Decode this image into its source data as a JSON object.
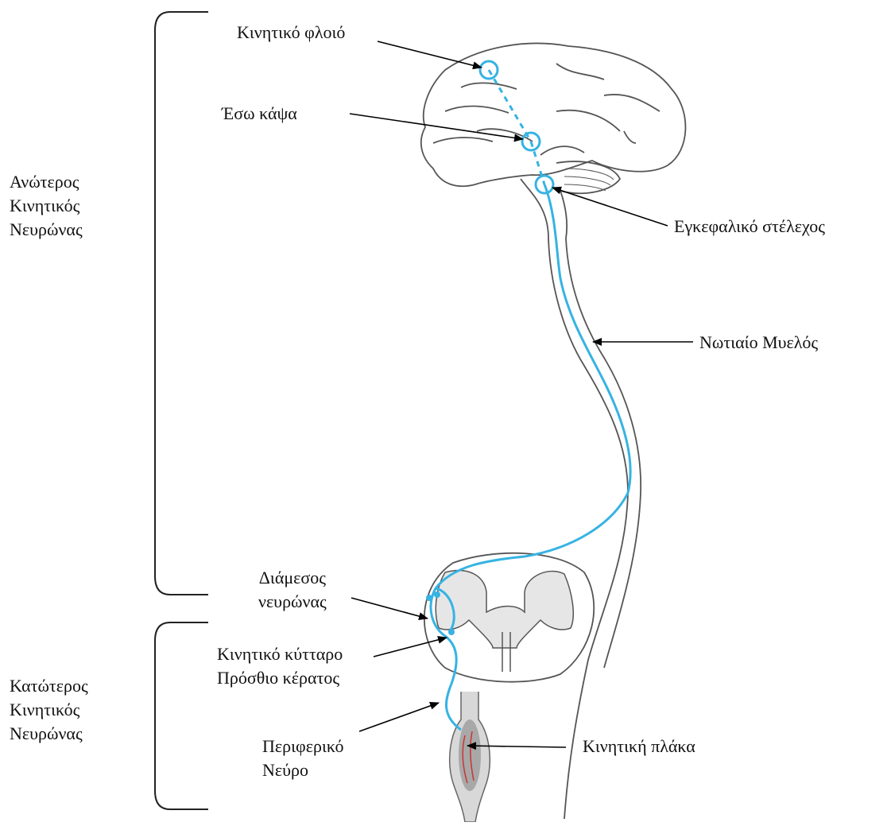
{
  "colors": {
    "pathway": "#36b3e3",
    "outline": "#555555",
    "gray_matter": "#e6e6e6",
    "fibers": "#cc3333",
    "muscle": "#9a9a9a"
  },
  "labels": {
    "motor_cortex": "Κινητικό φλοιό",
    "internal_capsule": "Έσω κάψα",
    "brainstem": "Εγκεφαλικό στέλεχος",
    "spinal_cord": "Νωτιαίο Μυελός",
    "interneuron_line1": "Διάμεσος",
    "interneuron_line2": "νευρώνας",
    "motor_cell_line1": "Κινητικό κύτταρο",
    "motor_cell_line2": "Πρόσθιο κέρατος",
    "peripheral_nerve_line1": "Περιφερικό",
    "peripheral_nerve_line2": "Νεύρο",
    "motor_plate": "Κινητική πλάκα",
    "upper_line1": "Ανώτερος",
    "upper_line2": "Κινητικός",
    "upper_line3": "Νευρώνας",
    "lower_line1": "Κατώτερος",
    "lower_line2": "Κινητικός",
    "lower_line3": "Νευρώνας"
  }
}
